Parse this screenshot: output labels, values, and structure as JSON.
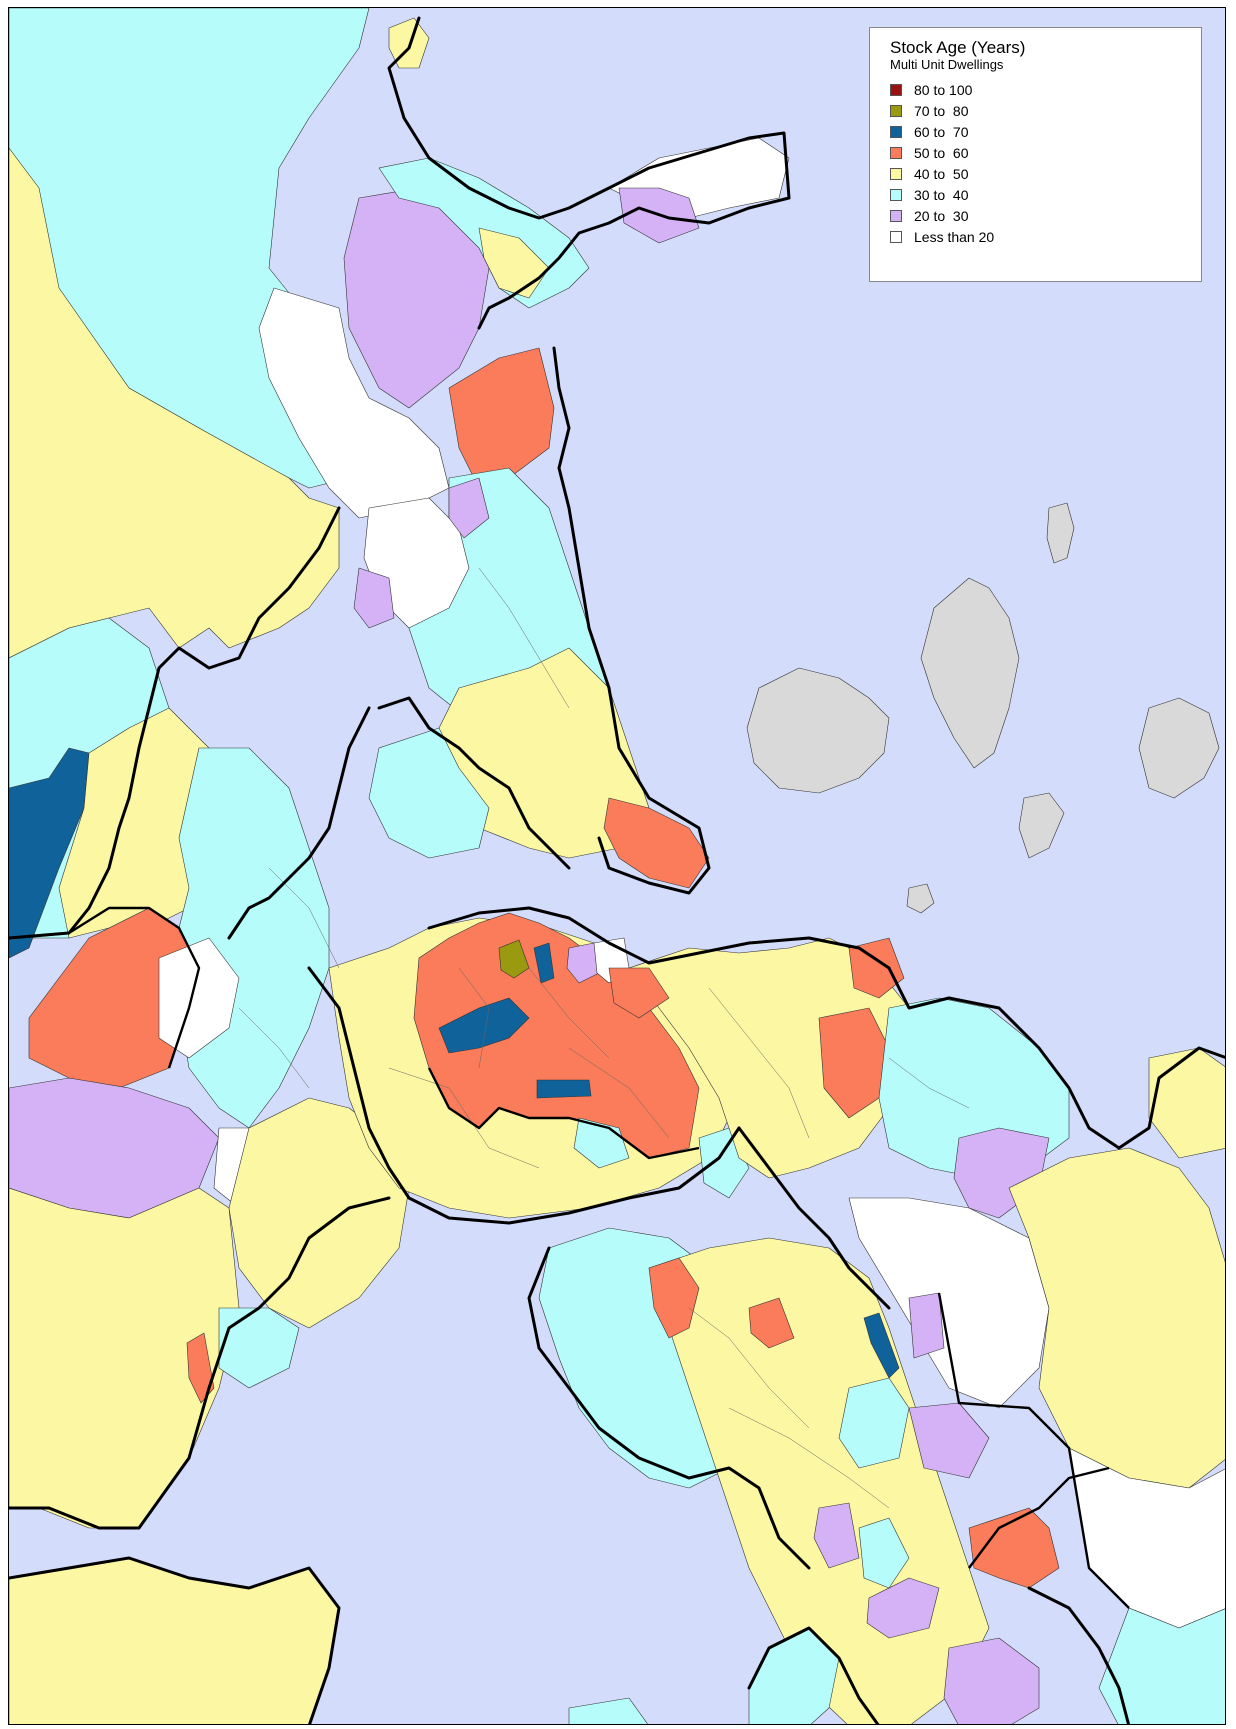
{
  "legend": {
    "title": "Stock Age (Years)",
    "subtitle": "Multi Unit Dwellings",
    "items": [
      {
        "label": "80 to 100",
        "color": "#9b1010"
      },
      {
        "label": "70 to  80",
        "color": "#9a9a10"
      },
      {
        "label": "60 to  70",
        "color": "#10639a"
      },
      {
        "label": "50 to  60",
        "color": "#fa7c5a"
      },
      {
        "label": "40 to  50",
        "color": "#fbf7a3"
      },
      {
        "label": "30 to  40",
        "color": "#b5fcfb"
      },
      {
        "label": "20 to  30",
        "color": "#d5b1f6"
      },
      {
        "label": "Less than 20",
        "color": "#ffffff"
      }
    ]
  },
  "colors": {
    "sea": "#d3dcfb",
    "island": "#d9d9d9"
  }
}
